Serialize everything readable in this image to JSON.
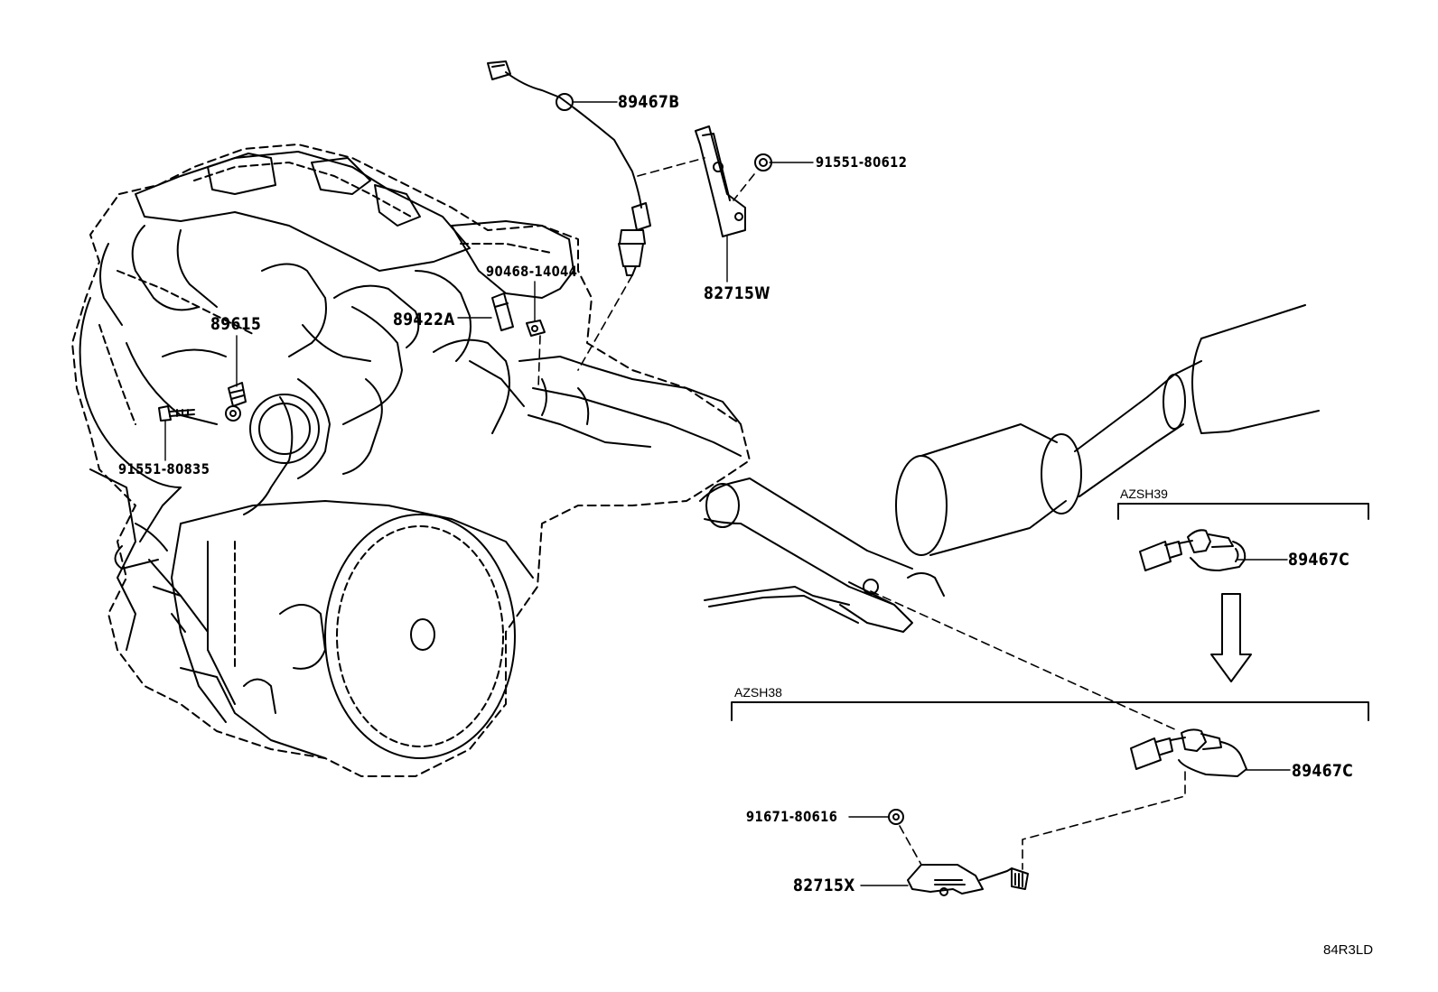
{
  "callouts": {
    "p89467B": "89467B",
    "p91551_80612": "91551-80612",
    "p82715W": "82715W",
    "p90468_14044": "90468-14044",
    "p89422A": "89422A",
    "p89615": "89615",
    "p91551_80835": "91551-80835",
    "p89467C_upper": "89467C",
    "p89467C_lower": "89467C",
    "p91671_80616": "91671-80616",
    "p82715X": "82715X"
  },
  "variants": {
    "upper": "AZSH39",
    "lower": "AZSH38"
  },
  "illustration_code": "84R3LD",
  "colors": {
    "line": "#000000",
    "background": "#ffffff"
  }
}
